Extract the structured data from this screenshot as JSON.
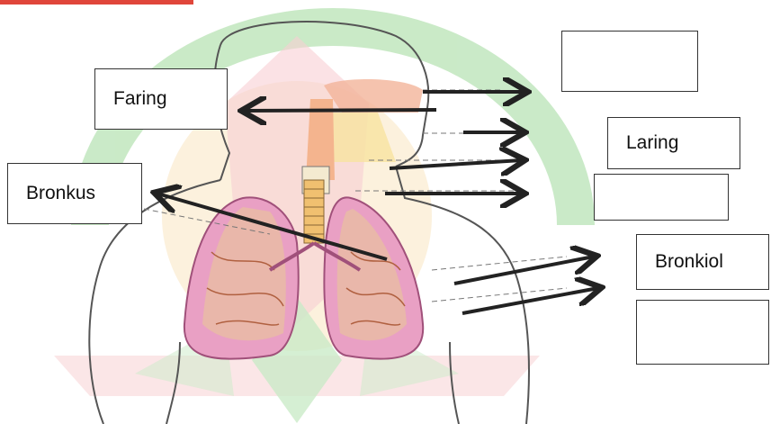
{
  "labels": {
    "faring": "Faring",
    "bronkus": "Bronkus",
    "laring": "Laring",
    "bronkiol": "Bronkiol"
  },
  "colors": {
    "header_bar": "#e0463b",
    "watermark_green": "#9fd99a",
    "watermark_orange": "#f6c27a",
    "watermark_pink": "#f2a8b0",
    "lung_fill": "#e9a0c4",
    "arrow": "#222222"
  }
}
